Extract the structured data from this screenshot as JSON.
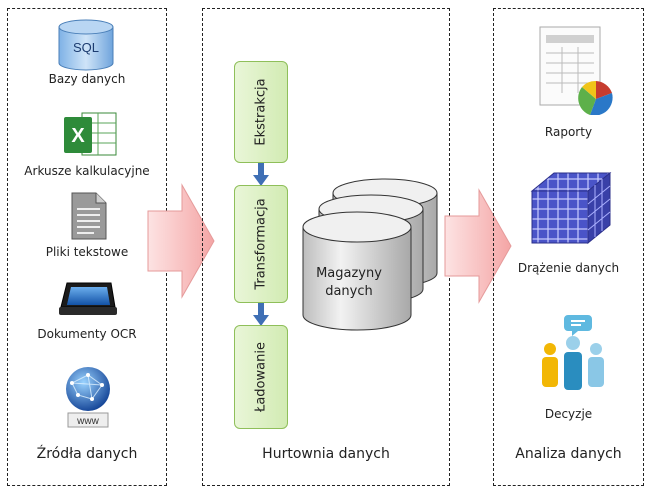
{
  "sources": {
    "title": "Źródła danych",
    "items": [
      {
        "label": "Bazy danych",
        "icon": "database-sql-icon",
        "icon_text": "SQL"
      },
      {
        "label": "Arkusze kalkulacyjne",
        "icon": "excel-icon"
      },
      {
        "label": "Pliki tekstowe",
        "icon": "text-file-icon"
      },
      {
        "label": "Dokumenty OCR",
        "icon": "scanner-icon"
      },
      {
        "label": "",
        "icon": "globe-www-icon",
        "icon_text": "www"
      }
    ]
  },
  "warehouse": {
    "title": "Hurtownia danych",
    "stages": [
      "Ekstrakcja",
      "Transformacja",
      "Ładowanie"
    ],
    "store_label": "Magazyny danych"
  },
  "analysis": {
    "title": "Analiza danych",
    "items": [
      {
        "label": "Raporty",
        "icon": "report-chart-icon"
      },
      {
        "label": "Drążenie danych",
        "icon": "cube-icon"
      },
      {
        "label": "Decyzje",
        "icon": "people-discussion-icon"
      }
    ]
  },
  "colors": {
    "stage_fill": "#d2ebb3",
    "stage_border": "#8fbf5a",
    "big_arrow": "#f7b8b8",
    "small_arrow": "#3f6fb5",
    "cylinder": "#d9d9d9",
    "cube": "#4a54c8"
  }
}
